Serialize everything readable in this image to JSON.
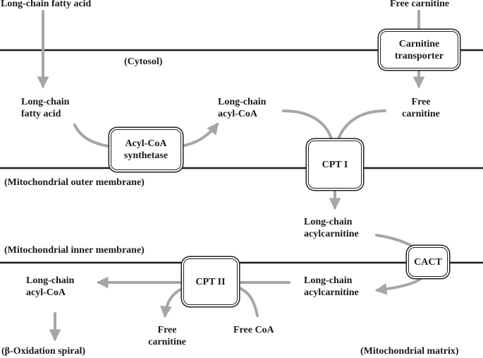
{
  "colors": {
    "arrow": "#a6a6a6",
    "membrane": "#1a1a1a",
    "text": "#1a1a1a"
  },
  "labels": {
    "lcfa_top": "Long-chain fatty acid",
    "free_carnitine_top": "Free carnitine",
    "cytosol": "(Cytosol)",
    "lcfa_cyto": "Long-chain\nfatty acid",
    "lc_acylcoa_cyto": "Long-chain\nacyl-CoA",
    "free_carnitine_cyto": "Free\ncarnitine",
    "outer_membrane": "(Mitochondrial outer membrane)",
    "lc_acylcarnitine_ims": "Long-chain\nacylcarnitine",
    "inner_membrane": "(Mitochondrial inner membrane)",
    "lc_acylcoa_matrix": "Long-chain\nacyl-CoA",
    "lc_acylcarnitine_matrix": "Long-chain\nacylcarnitine",
    "free_carnitine_matrix": "Free\ncarnitine",
    "free_coa": "Free CoA",
    "beta_oxidation": "(β-Oxidation spiral)",
    "matrix": "(Mitochondrial matrix)"
  },
  "boxes": {
    "carnitine_transporter": "Carnitine\ntransporter",
    "acyl_coa_synthetase": "Acyl-CoA\nsynthetase",
    "cpt1": "CPT I",
    "cact": "CACT",
    "cpt2": "CPT II"
  }
}
